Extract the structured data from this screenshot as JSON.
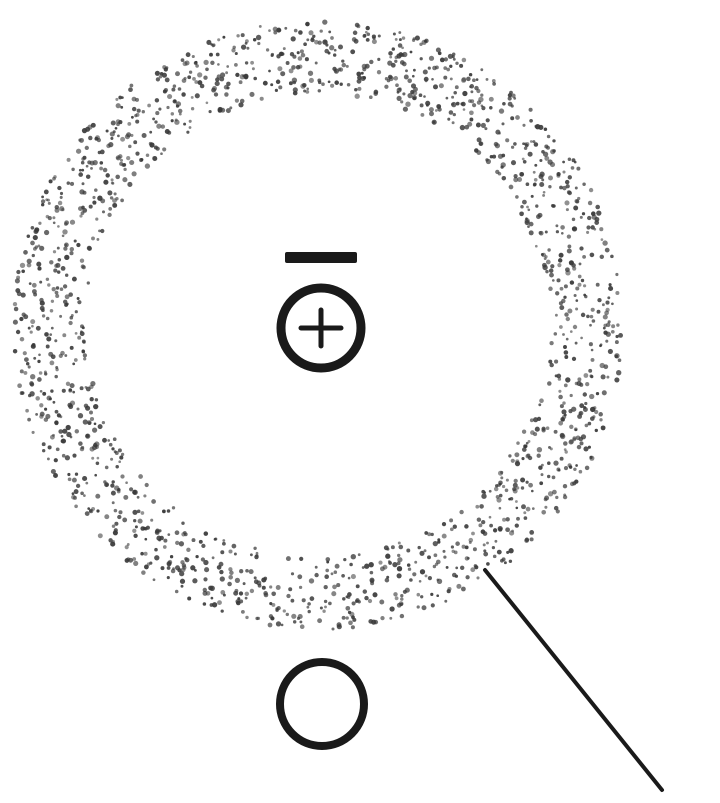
{
  "diagram": {
    "elements": [
      {
        "kind": "shell",
        "fill": "dotted"
      },
      {
        "kind": "nucleus",
        "symbol": "+",
        "bar_over": true
      },
      {
        "kind": "particle",
        "symbol": ""
      },
      {
        "kind": "leader-line"
      }
    ]
  },
  "colors": {
    "ink": "#1a1a1a",
    "dots": "#3a3a3a",
    "background": "#ffffff"
  }
}
